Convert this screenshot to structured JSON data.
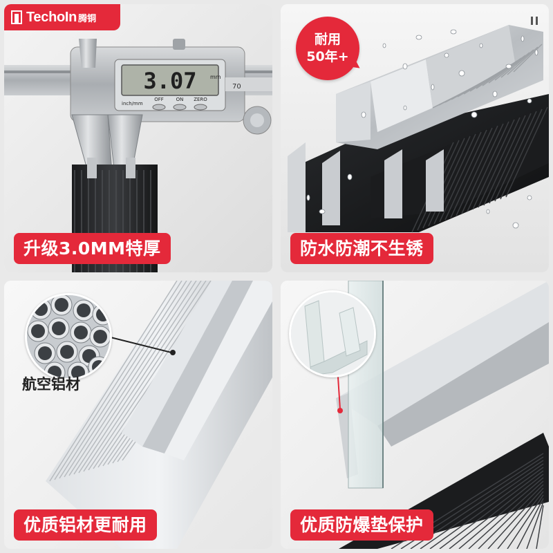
{
  "brand": {
    "name": "TechoIn",
    "cn": "腾铜"
  },
  "panels": {
    "p1": {
      "caption": "升级3.0MM特厚",
      "reading": "3.07",
      "unit": "mm",
      "scale_label": "inch/mm",
      "buttons": [
        "OFF",
        "ON",
        "ZERO"
      ],
      "scale_number": "70"
    },
    "p2": {
      "caption": "防水防潮不生锈",
      "badge_line1": "耐用",
      "badge_line2": "50年+"
    },
    "p3": {
      "caption": "优质铝材更耐用",
      "material_label": "航空铝材"
    },
    "p4": {
      "caption": "优质防爆垫保护"
    }
  },
  "colors": {
    "accent": "#e4293a",
    "background": "#e9e9e9"
  },
  "icons": {
    "pause": "pause-icon"
  }
}
